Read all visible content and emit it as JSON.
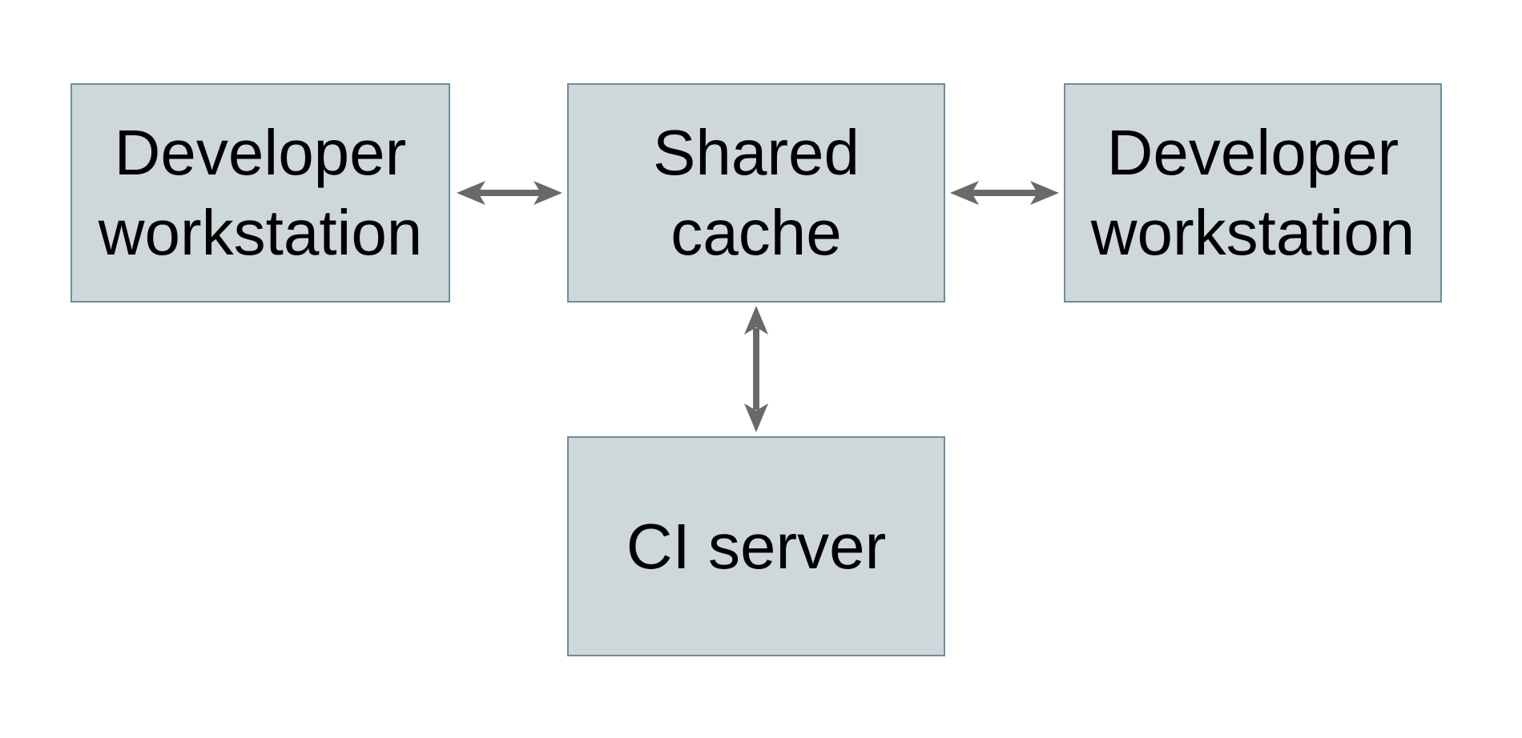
{
  "diagram": {
    "type": "architecture-diagram",
    "background_color": "#ffffff",
    "node_fill_color": "#ced7d9",
    "node_border_color": "#6f8d9b",
    "text_color": "#000000",
    "arrow_color": "#696969",
    "nodes": [
      {
        "id": "developer-workstation-left",
        "label": "Developer\nworkstation",
        "position": "top-left"
      },
      {
        "id": "shared-cache",
        "label": "Shared\ncache",
        "position": "top-center"
      },
      {
        "id": "developer-workstation-right",
        "label": "Developer\nworkstation",
        "position": "top-right"
      },
      {
        "id": "ci-server",
        "label": "CI server",
        "position": "bottom-center"
      }
    ],
    "edges": [
      {
        "from": "developer-workstation-left",
        "to": "shared-cache",
        "direction": "bidirectional",
        "orientation": "horizontal"
      },
      {
        "from": "shared-cache",
        "to": "developer-workstation-right",
        "direction": "bidirectional",
        "orientation": "horizontal"
      },
      {
        "from": "shared-cache",
        "to": "ci-server",
        "direction": "bidirectional",
        "orientation": "vertical"
      }
    ]
  }
}
